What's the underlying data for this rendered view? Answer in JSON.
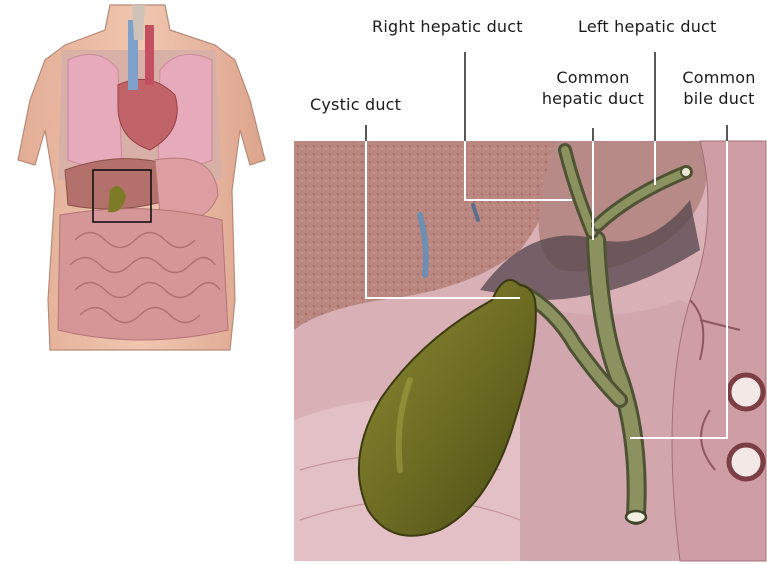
{
  "labels": {
    "right_hepatic_duct": "Right hepatic duct",
    "left_hepatic_duct": "Left hepatic duct",
    "common_hepatic_duct_line1": "Common",
    "common_hepatic_duct_line2": "hepatic duct",
    "common_bile_duct_line1": "Common",
    "common_bile_duct_line2": "bile duct",
    "cystic_duct": "Cystic duct"
  },
  "colors": {
    "leader_line": "#ffffff",
    "gallbladder": "#6b6a22",
    "duct": "#7a8051",
    "liver": "#b98680",
    "background_tissue": "#d9b3b9",
    "skin": "#e7b7a0",
    "lung": "#e3a9b8",
    "intestine": "#d69a9c"
  }
}
